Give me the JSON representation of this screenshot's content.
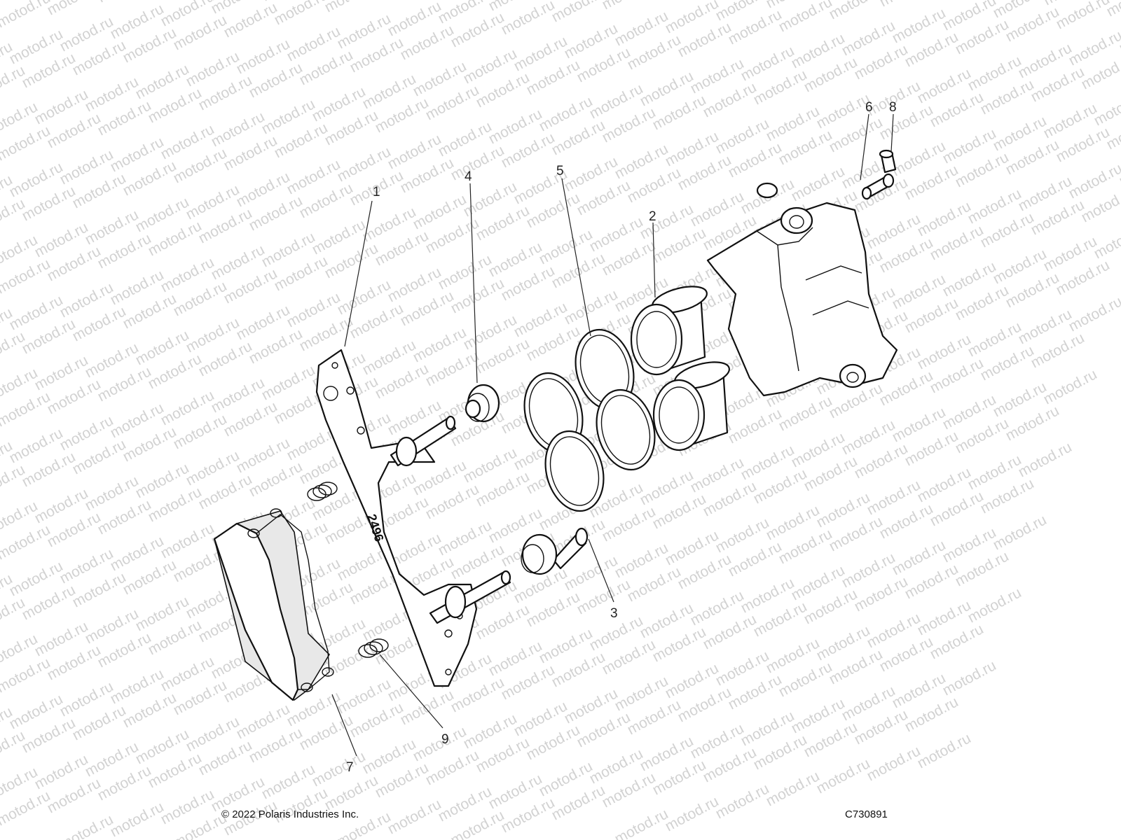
{
  "watermark": "motod.ru",
  "callouts": {
    "c1": "1",
    "c2": "2",
    "c3": "3",
    "c4": "4",
    "c5": "5",
    "c6": "6",
    "c7": "7",
    "c8": "8",
    "c9": "9"
  },
  "bracket_marking": "2496",
  "footer": {
    "copyright": "© 2022 Polaris Industries Inc.",
    "drawing_id": "C730891"
  }
}
